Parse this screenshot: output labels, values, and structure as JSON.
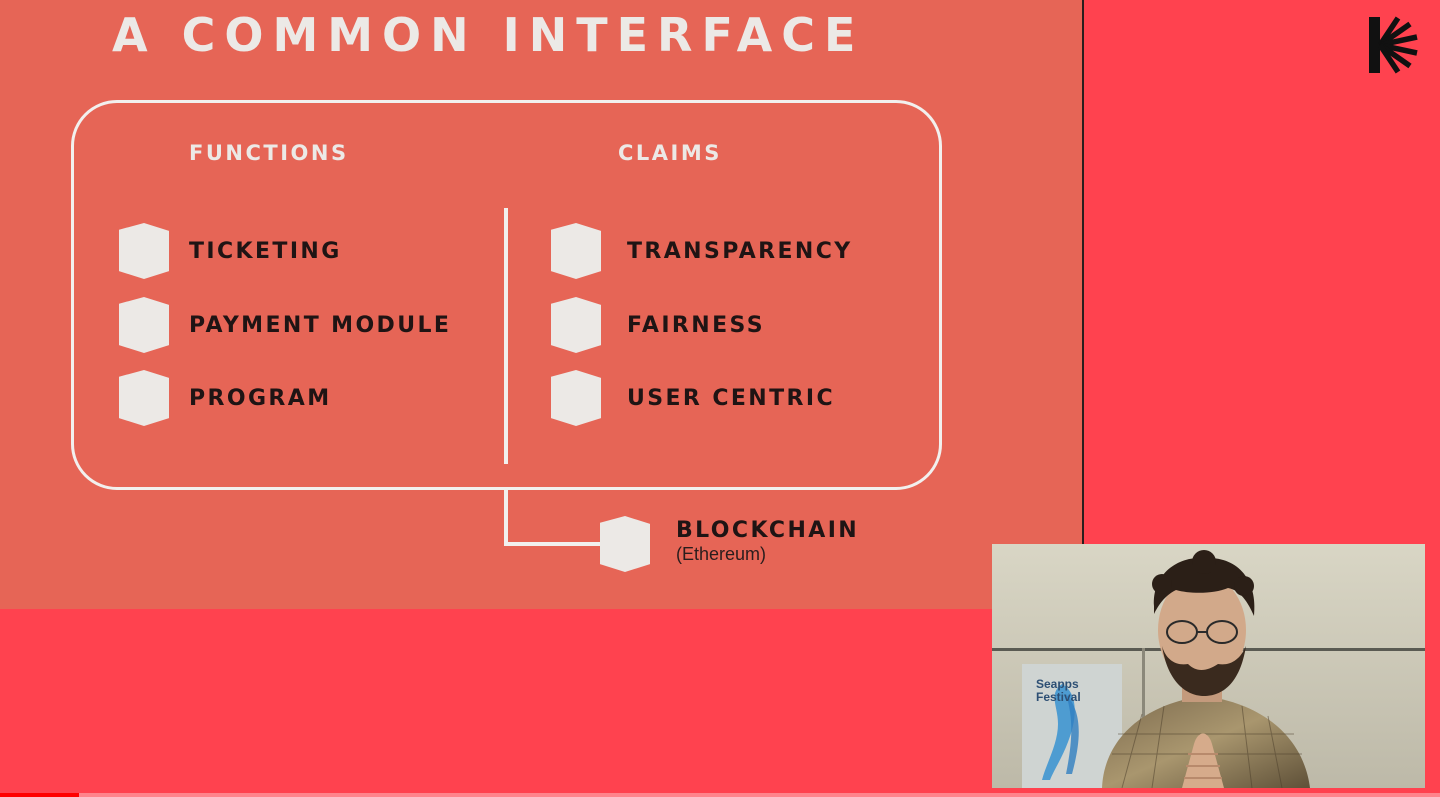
{
  "slide": {
    "title": "A COMMON INTERFACE",
    "functions_heading": "FUNCTIONS",
    "claims_heading": "CLAIMS",
    "functions": [
      "TICKETING",
      "PAYMENT MODULE",
      "PROGRAM"
    ],
    "claims": [
      "TRANSPARENCY",
      "FAIRNESS",
      "USER CENTRIC"
    ],
    "blockchain": {
      "label": "BLOCKCHAIN",
      "sub": "(Ethereum)"
    }
  },
  "webcam": {
    "poster_title_1": "Seapps",
    "poster_title_2": "Festival"
  },
  "player": {
    "progress": 0.055
  },
  "colors": {
    "background": "#ff424f",
    "slide": "#e66556",
    "outline": "#f2f0ee",
    "text_dark": "#1f1414",
    "progress": "#ff0000"
  },
  "icons": {
    "logo": "k-sunburst-logo-icon",
    "bullet": "hexagon-bullet-icon"
  }
}
